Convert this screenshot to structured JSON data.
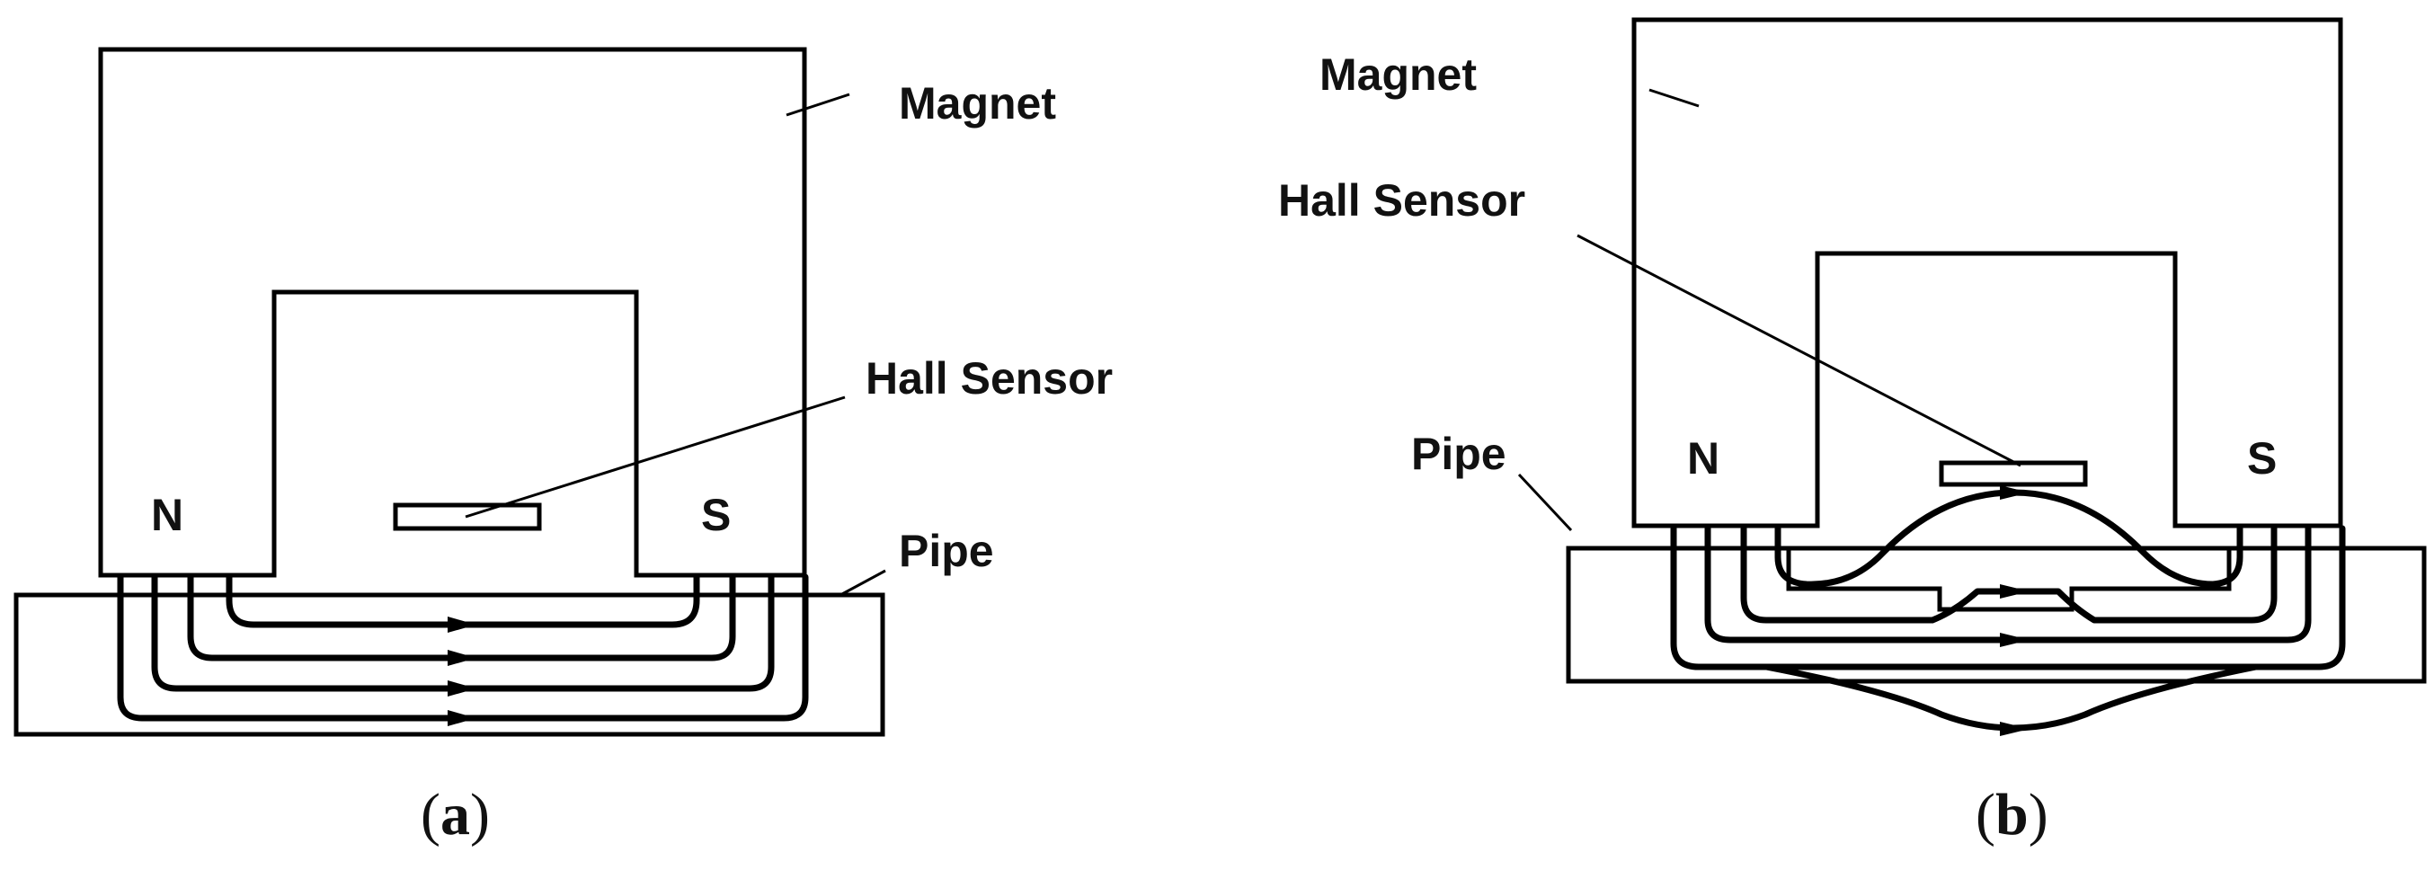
{
  "panel_a": {
    "magnet_label": "Magnet",
    "sensor_label": "Hall Sensor",
    "pipe_label": "Pipe",
    "north_label": "N",
    "south_label": "S",
    "caption_open": "(",
    "caption_letter": "a",
    "caption_close": ")"
  },
  "panel_b": {
    "magnet_label": "Magnet",
    "sensor_label": "Hall Sensor",
    "pipe_label": "Pipe",
    "north_label": "N",
    "south_label": "S",
    "caption_open": "(",
    "caption_letter": "b",
    "caption_close": ")"
  }
}
